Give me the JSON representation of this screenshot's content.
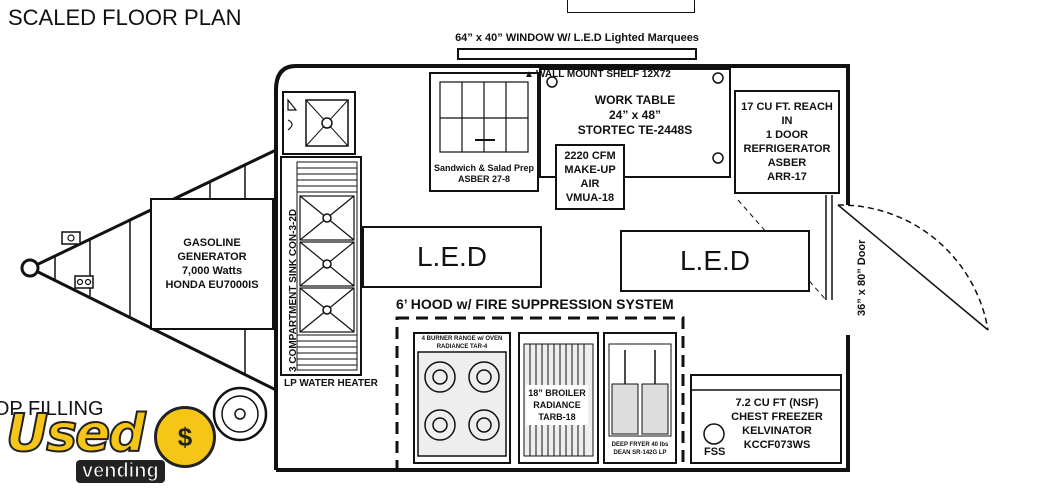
{
  "title": "SCALED FLOOR PLAN",
  "window_label": "64” x 40” WINDOW W/ L.E.D Lighted Marquees",
  "shelf_label": "WALL MOUNT SHELF 12X72",
  "sandwich_prep": {
    "line1": "Sandwich & Salad Prep",
    "line2": "ASBER 27-8"
  },
  "worktable": {
    "line1": "WORK TABLE",
    "line2": "24” x 48”",
    "line3": "STORTEC  TE-2448S"
  },
  "makeup_air": {
    "line1": "2220 CFM",
    "line2": "MAKE-UP AIR",
    "line3": "VMUA-18"
  },
  "refrigerator": {
    "line1": "17 CU FT. REACH IN",
    "line2": "1 DOOR",
    "line3": "REFRIGERATOR",
    "line4": "ASBER",
    "line5": "ARR-17"
  },
  "generator": {
    "line1": "GASOLINE",
    "line2": "GENERATOR",
    "line3": "7,000 Watts",
    "line4": "HONDA EU7000IS"
  },
  "sink_label": "3 COMPARTMENT SINK  CON-3-2D",
  "water_heater": "LP WATER HEATER",
  "led_left": "L.E.D",
  "led_right": "L.E.D",
  "door_label": "36” x 80” Door",
  "hood_label": "6’ HOOD w/ FIRE SUPPRESSION SYSTEM",
  "range": {
    "line1": "4 BURNER RANGE w/ OVEN",
    "line2": "RADIANCE TAR-4"
  },
  "broiler": {
    "line1": "18” BROILER",
    "line2": "RADIANCE",
    "line3": "TARB-18"
  },
  "fryer": {
    "line1": "DEEP FRYER 40 lbs",
    "line2": "DEAN SR-142G LP"
  },
  "freezer": {
    "line1": "7.2 CU FT (NSF)",
    "line2": "CHEST FREEZER",
    "line3": "KELVINATOR",
    "line4": "KCCF073WS"
  },
  "fss_label": "FSS",
  "fill_label": "TOP FILLING",
  "logo": {
    "word": "Used",
    "sub": "vending",
    "color": "#f5c518"
  }
}
